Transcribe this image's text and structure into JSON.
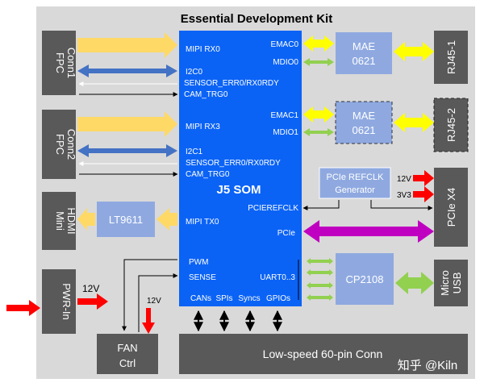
{
  "title": "Essential Development Kit",
  "som": {
    "name": "J5 SOM",
    "pins": {
      "mipi_rx0": "MIPI RX0",
      "i2c0": "I2C0",
      "sensor_err0": "SENSOR_ERR0/RX0RDY",
      "cam_trg0_a": "CAM_TRG0",
      "mipi_rx3": "MIPI RX3",
      "i2c1": "I2C1",
      "sensor_err0_b": "SENSOR_ERR0/RX0RDY",
      "cam_trg0_b": "CAM_TRG0",
      "mipi_tx0": "MIPI TX0",
      "pwm": "PWM",
      "sense": "SENSE",
      "emac0": "EMAC0",
      "mdio0": "MDIO0",
      "emac1": "EMAC1",
      "mdio1": "MDIO1",
      "pcierefclk": "PCIEREFCLK",
      "pcie": "PCIe",
      "uart": "UART0..3",
      "cans": "CANs",
      "spis": "SPIs",
      "syncs": "Syncs",
      "gpios": "GPIOs"
    }
  },
  "blocks": {
    "fpc_conn1": [
      "FPC",
      "Conn1"
    ],
    "fpc_conn2": [
      "FPC",
      "Conn2"
    ],
    "mini_hdmi": [
      "Mini",
      "HDMI"
    ],
    "pwr_in": "PWR-In",
    "lt9611": "LT9611",
    "mae_top": [
      "MAE",
      "0621"
    ],
    "mae_bottom": [
      "MAE",
      "0621"
    ],
    "rj45_1": "RJ45-1",
    "rj45_2": "RJ45-2",
    "pcie_refclk_gen": [
      "PCIe REFCLK",
      "Generator"
    ],
    "pcie_x4": "PCIe X4",
    "cp2108": "CP2108",
    "micro_usb": [
      "Micro",
      "USB"
    ],
    "fan_ctrl": [
      "FAN",
      "Ctrl"
    ],
    "low_speed_conn": "Low-speed 60-pin Conn"
  },
  "voltages": {
    "pwr_12v": "12V",
    "fan_12v": "12V",
    "refclk_12v": "12V",
    "refclk_3v3": "3V3"
  },
  "watermark": "知乎 @Kiln",
  "colors": {
    "panel_bg": "#d9d9d9",
    "dark_block": "#595959",
    "som_blue": "#0b63f6",
    "light_blue_block": "#8fa9e0",
    "mipi_arrow": "#ffd966",
    "i2c_arrow": "#4472c4",
    "emac_arrow": "#ffff00",
    "mdio_arrow": "#92d050",
    "pcie_arrow": "#c000c0",
    "usb_arrow": "#92d050",
    "power_arrow": "#ff0000"
  }
}
